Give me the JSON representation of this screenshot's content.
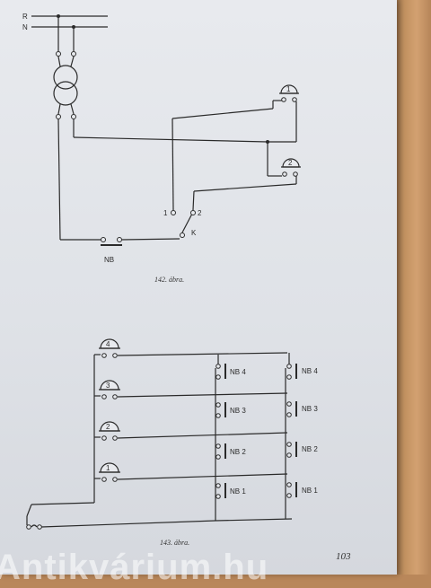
{
  "fig142": {
    "line_r": "R",
    "line_n": "N",
    "bell_1": "1",
    "bell_2": "2",
    "sw_pos_1": "1",
    "sw_pos_2": "2",
    "switch_label": "K",
    "button_label": "NB",
    "caption": "142. ábra."
  },
  "fig143": {
    "bells": [
      "4",
      "3",
      "2",
      "1"
    ],
    "buttons_left": [
      "NB 4",
      "NB 3",
      "NB 2",
      "NB 1"
    ],
    "buttons_right": [
      "NB 4",
      "NB 3",
      "NB 2",
      "NB 1"
    ],
    "caption": "143. ábra."
  },
  "page_number": "103",
  "watermark": "Antikvárium.hu"
}
